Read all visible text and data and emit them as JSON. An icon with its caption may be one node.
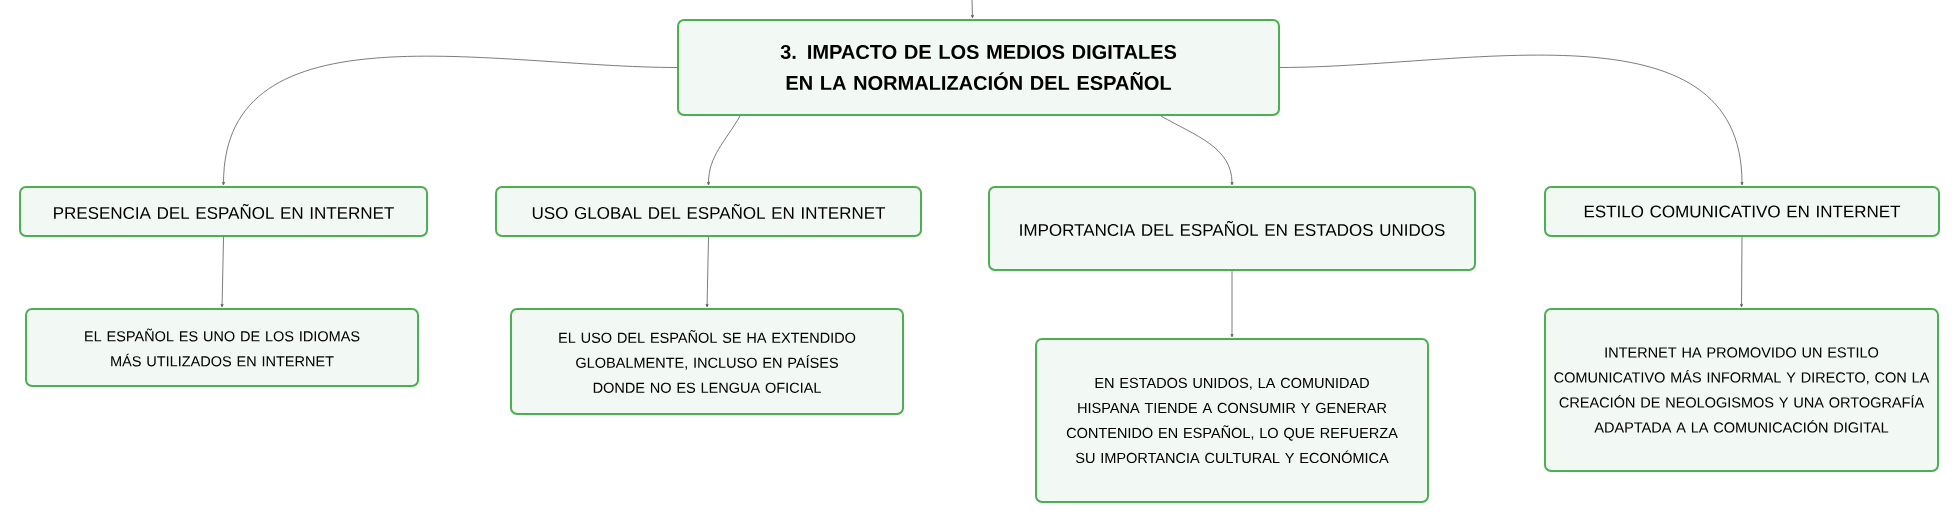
{
  "diagram": {
    "nodes": [
      {
        "text": [
          "3. IMPACTO DE LOS MEDIOS DIGITALES EN LA NORMALIZACIÓN DEL ESPAÑOL"
        ]
      },
      {
        "text": [
          "PRESENCIA DEL ESPAÑOL EN INTERNET"
        ]
      },
      {
        "text": [
          "USO GLOBAL DEL ESPAÑOL EN INTERNET"
        ]
      },
      {
        "text": [
          "IMPORTANCIA DEL ESPAÑOL EN ESTADOS UNIDOS"
        ]
      },
      {
        "text": [
          "ESTILO COMUNICATIVO EN INTERNET"
        ]
      },
      {
        "text": [
          "EL ESPAÑOL ES UNO DE LOS IDIOMAS MÁS UTILIZADOS EN INTERNET"
        ]
      },
      {
        "text": [
          "EL USO DEL ESPAÑOL SE HA EXTENDIDO GLOBALMENTE, INCLUSO EN PAÍSES DONDE NO ES LENGUA OFICIAL"
        ]
      },
      {
        "text": [
          "EN ESTADOS UNIDOS, LA COMUNIDAD HISPANA TIENDE A CONSUMIR Y GENERAR CONTENIDO EN ESPAÑOL, LO QUE REFUERZA SU IMPORTANCIA CULTURAL Y ECONÓMICA"
        ]
      },
      {
        "text": [
          "INTERNET HA PROMOVIDO UN ESTILO COMUNICATIVO MÁS INFORMAL Y DIRECTO, CON LA CREACIÓN DE NEOLOGISMOS Y UNA ORTOGRAFÍA ADAPTADA A LA COMUNICACIÓN DIGITAL"
        ]
      }
    ],
    "edges": [
      {
        "from": null,
        "to": 0,
        "arrow": "to"
      },
      {
        "from": 0,
        "to": 1,
        "arrow": "to"
      },
      {
        "from": 0,
        "to": 2,
        "arrow": "to"
      },
      {
        "from": 0,
        "to": 3,
        "arrow": "to"
      },
      {
        "from": 0,
        "to": 4,
        "arrow": "to"
      },
      {
        "from": 1,
        "to": 5,
        "arrow": "to"
      },
      {
        "from": 2,
        "to": 6,
        "arrow": "to"
      },
      {
        "from": 3,
        "to": 7,
        "arrow": "to"
      },
      {
        "from": 4,
        "to": 8,
        "arrow": "to"
      }
    ]
  }
}
